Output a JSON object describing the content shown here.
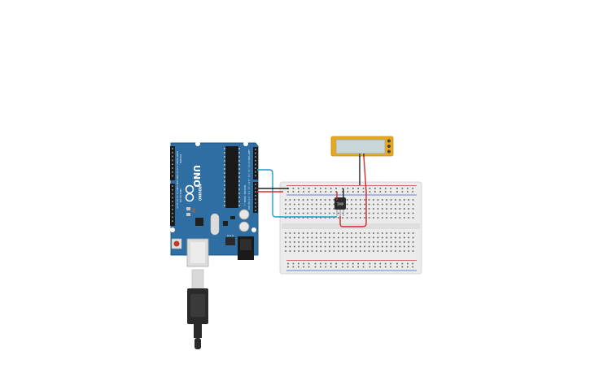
{
  "canvas": {
    "background": "#ffffff"
  },
  "arduino": {
    "model_label": "UNO",
    "brand_label": "ARDUINO",
    "power_label": "POWER",
    "analog_label": "ANALOG IN",
    "digital_label": "DIGITAL (PWM~)",
    "board_color": "#2e6ea2"
  },
  "sensor": {
    "label": "TMP"
  },
  "display": {
    "frame_color": "#e8a81c",
    "screen_color": "#c9d6da"
  },
  "breadboard": {
    "body_color": "#ececec"
  },
  "wires": {
    "power_color": "#d52a2a",
    "ground_color": "#222222",
    "signal_color": "#1e9cc4"
  },
  "usb_cable": {
    "plug_color": "#2a2a2a"
  }
}
